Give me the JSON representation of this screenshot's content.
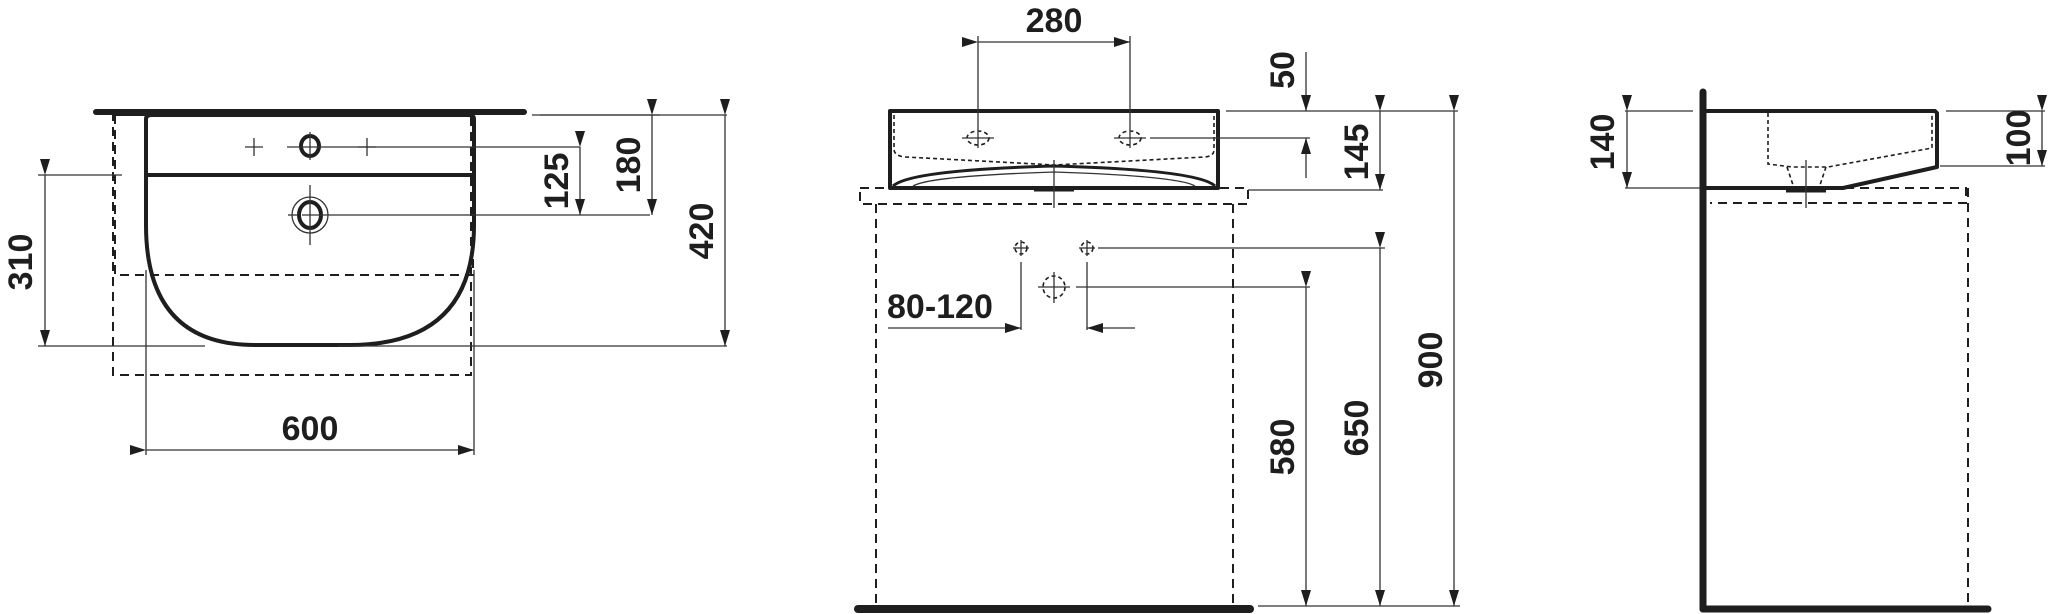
{
  "drawing": {
    "type": "technical-dimension-drawing",
    "subject": "washbasin with undercabinet",
    "units": "mm",
    "views": {
      "plan": {
        "name": "top view",
        "dimensions": {
          "width": "600",
          "overall_depth": "420",
          "tap_hole_depth": "180",
          "tap_to_waste": "125",
          "bowl_depth": "310"
        }
      },
      "front": {
        "name": "front elevation",
        "dimensions": {
          "tap_spacing": "280",
          "tap_hole_height": "50",
          "basin_height": "145",
          "overall_height": "900",
          "supply_height": "650",
          "waste_height": "580",
          "supply_spacing": "80-120"
        }
      },
      "side": {
        "name": "side elevation",
        "dimensions": {
          "basin_height": "140",
          "front_height": "100"
        }
      }
    },
    "colors": {
      "line": "#1e1e1e",
      "background": "#ffffff"
    }
  }
}
